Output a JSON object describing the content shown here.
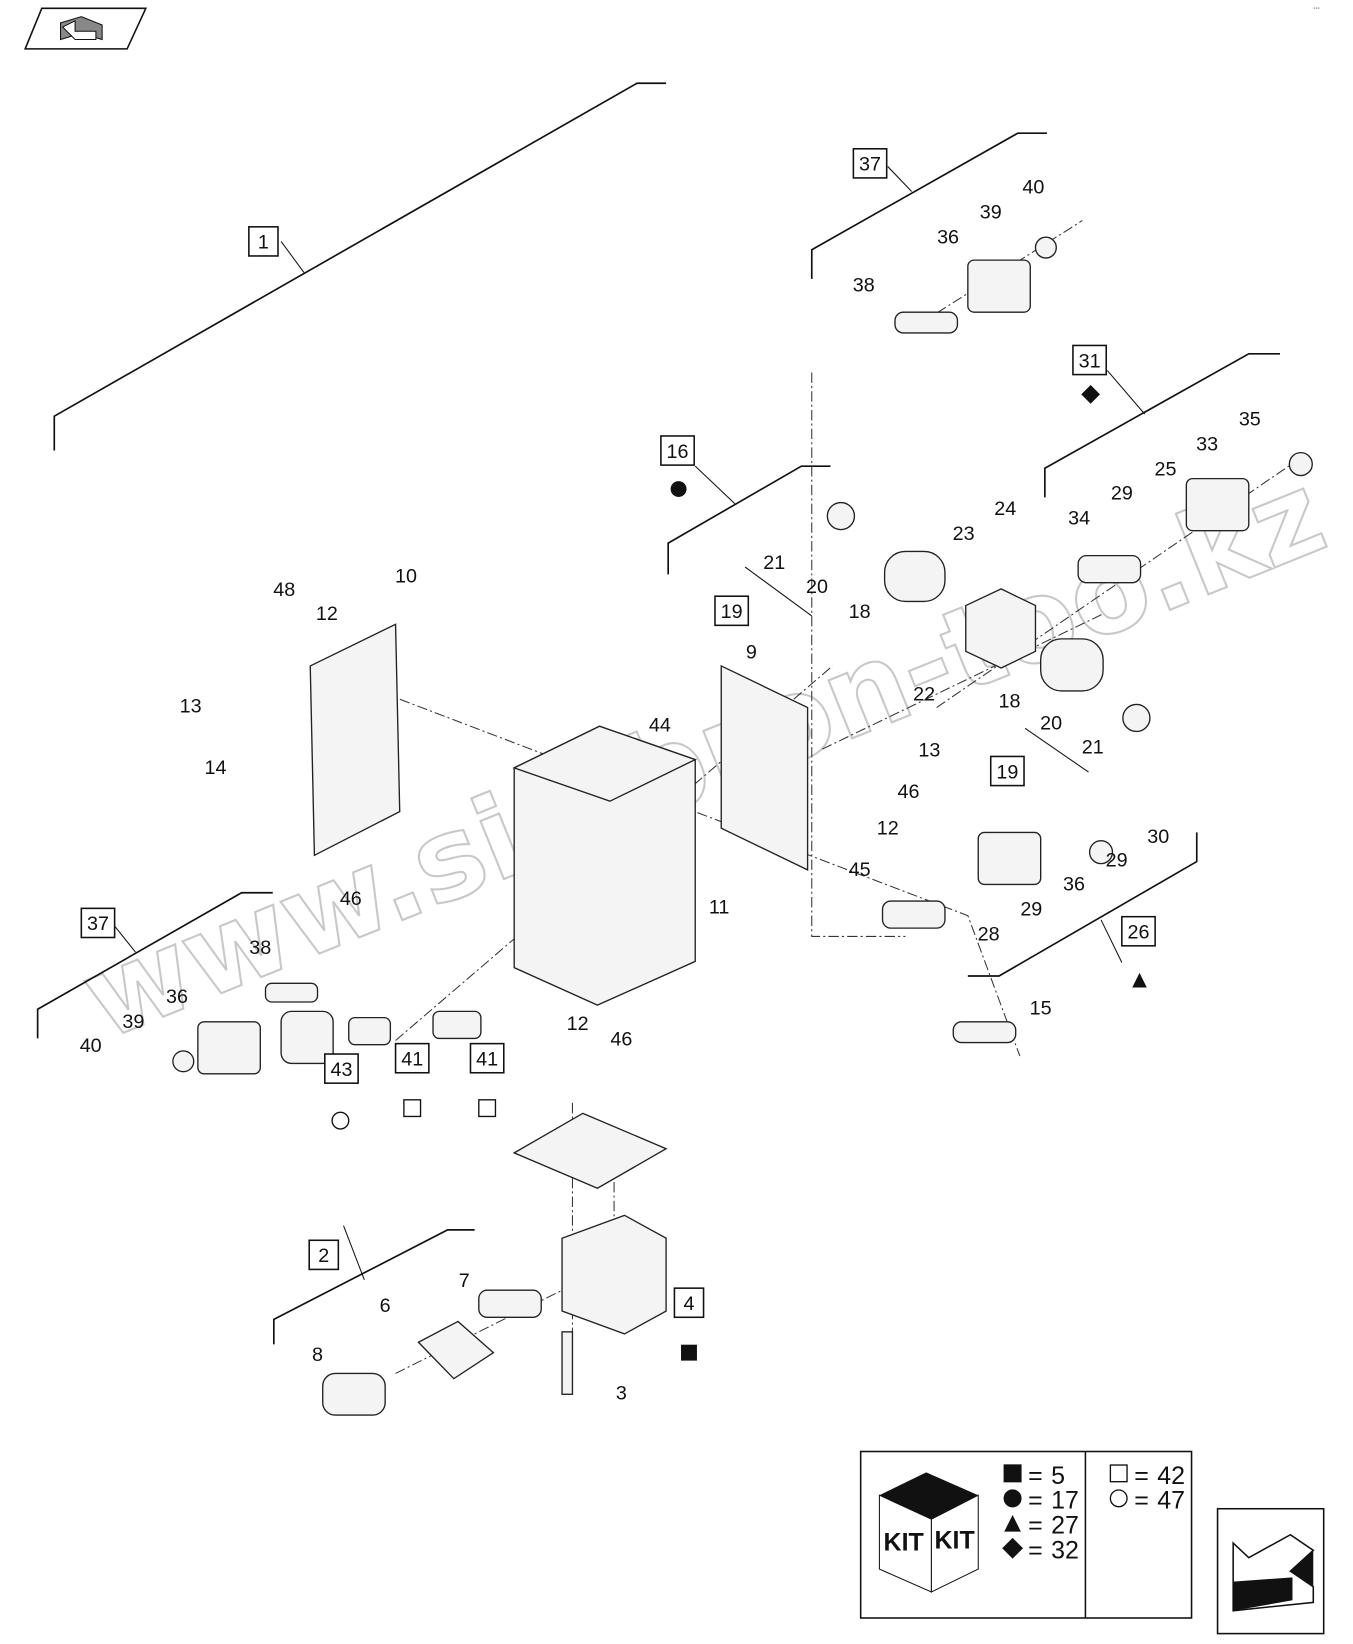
{
  "corner_code": "•••",
  "watermark": "www.simbron-too.kz",
  "nav": {
    "back_icon": "book-back-icon",
    "next_icon": "arrow-next-icon"
  },
  "boxed_labels": [
    {
      "text": "1"
    },
    {
      "text": "37"
    },
    {
      "text": "31"
    },
    {
      "text": "16"
    },
    {
      "text": "19"
    },
    {
      "text": "19"
    },
    {
      "text": "26"
    },
    {
      "text": "37"
    },
    {
      "text": "43"
    },
    {
      "text": "41"
    },
    {
      "text": "41"
    },
    {
      "text": "2"
    },
    {
      "text": "4"
    }
  ],
  "callouts": [
    "40",
    "39",
    "36",
    "38",
    "35",
    "33",
    "25",
    "29",
    "34",
    "24",
    "23",
    "21",
    "20",
    "18",
    "10",
    "48",
    "12",
    "13",
    "14",
    "9",
    "22",
    "18",
    "20",
    "21",
    "13",
    "46",
    "12",
    "30",
    "29",
    "36",
    "29",
    "28",
    "45",
    "11",
    "44",
    "46",
    "38",
    "36",
    "39",
    "40",
    "12",
    "46",
    "15",
    "7",
    "6",
    "8",
    "3"
  ],
  "kit_symbols": [
    {
      "shape": "filled-square",
      "tag": "5"
    },
    {
      "shape": "filled-circle",
      "tag": "17"
    },
    {
      "shape": "filled-triangle",
      "tag": "27"
    },
    {
      "shape": "filled-diamond",
      "tag": "32"
    }
  ],
  "legend": {
    "kit_label": "KIT",
    "left": [
      {
        "shape": "filled-square",
        "tag": "5",
        "value": "5"
      },
      {
        "shape": "filled-circle",
        "tag": "17",
        "value": "17"
      },
      {
        "shape": "filled-triangle",
        "tag": "27",
        "value": "27"
      },
      {
        "shape": "filled-diamond",
        "tag": "32",
        "value": "32"
      }
    ],
    "right": [
      {
        "shape": "square",
        "value": "42"
      },
      {
        "shape": "circle",
        "value": "47"
      }
    ],
    "equals": "="
  }
}
